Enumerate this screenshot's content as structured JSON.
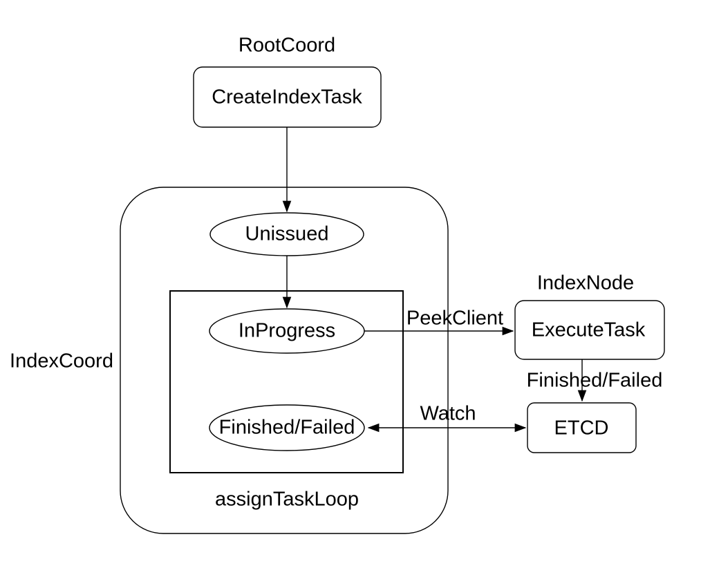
{
  "diagram": {
    "title": "Index task flow diagram",
    "colors": {
      "stroke": "#000000",
      "shape_fill": "#ffffff",
      "text": "#000000",
      "background": "#ffffff"
    },
    "containers": {
      "index_coord_label": "IndexCoord",
      "assign_task_loop_label": "assignTaskLoop"
    },
    "group_labels": {
      "root_coord": "RootCoord",
      "index_node": "IndexNode"
    },
    "nodes": {
      "create_index_task": "CreateIndexTask",
      "unissued": "Unissued",
      "in_progress": "InProgress",
      "finished_failed": "Finished/Failed",
      "execute_task": "ExecuteTask",
      "etcd": "ETCD"
    },
    "edges": {
      "peek_client": "PeekClient",
      "finished_failed": "Finished/Failed",
      "watch": "Watch"
    }
  }
}
